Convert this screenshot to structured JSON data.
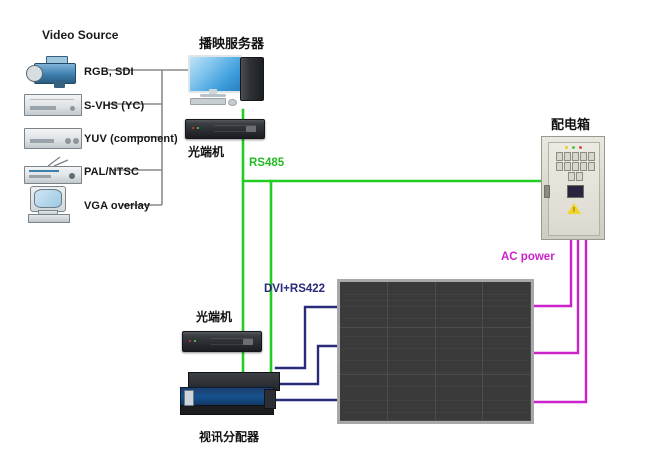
{
  "diagram": {
    "title_group_video_source": "Video Source",
    "background_color": "#ffffff",
    "sources": [
      {
        "id": "rgb-sdi",
        "label": "RGB, SDI",
        "icon": "video-camera-icon"
      },
      {
        "id": "s-vhs",
        "label": "S-VHS (YC)",
        "icon": "vcr-deck-icon"
      },
      {
        "id": "yuv",
        "label": "YUV (component)",
        "icon": "yuv-player-icon"
      },
      {
        "id": "pal-ntsc",
        "label": "PAL/NTSC",
        "icon": "tuner-receiver-icon"
      },
      {
        "id": "vga",
        "label": "VGA overlay",
        "icon": "crt-computer-icon"
      }
    ],
    "nodes": [
      {
        "id": "server",
        "label": "播映服务器",
        "icon": "desktop-computer-icon"
      },
      {
        "id": "optical-top",
        "label": "光端机",
        "icon": "rack-device-icon"
      },
      {
        "id": "optical-bottom",
        "label": "光端机",
        "icon": "rack-device-icon"
      },
      {
        "id": "distributor",
        "label": "视讯分配器",
        "icon": "video-distributor-icon"
      },
      {
        "id": "power-cabinet",
        "label": "配电箱",
        "icon": "power-cabinet-icon"
      },
      {
        "id": "led-wall",
        "label": "",
        "icon": "led-display-wall-icon"
      }
    ],
    "links": [
      {
        "id": "rs485",
        "label": "RS485",
        "color": "#22cc22"
      },
      {
        "id": "dvi-rs422",
        "label": "DVI+RS422",
        "color": "#2a2a7a"
      },
      {
        "id": "ac-power",
        "label": "AC power",
        "color": "#cc22cc"
      }
    ],
    "wiring": {
      "source_bus_color": "#8a8a8a",
      "rs485_color": "#22cc22",
      "dvi_color": "#2a2a7a",
      "ac_color": "#cc22cc"
    }
  }
}
